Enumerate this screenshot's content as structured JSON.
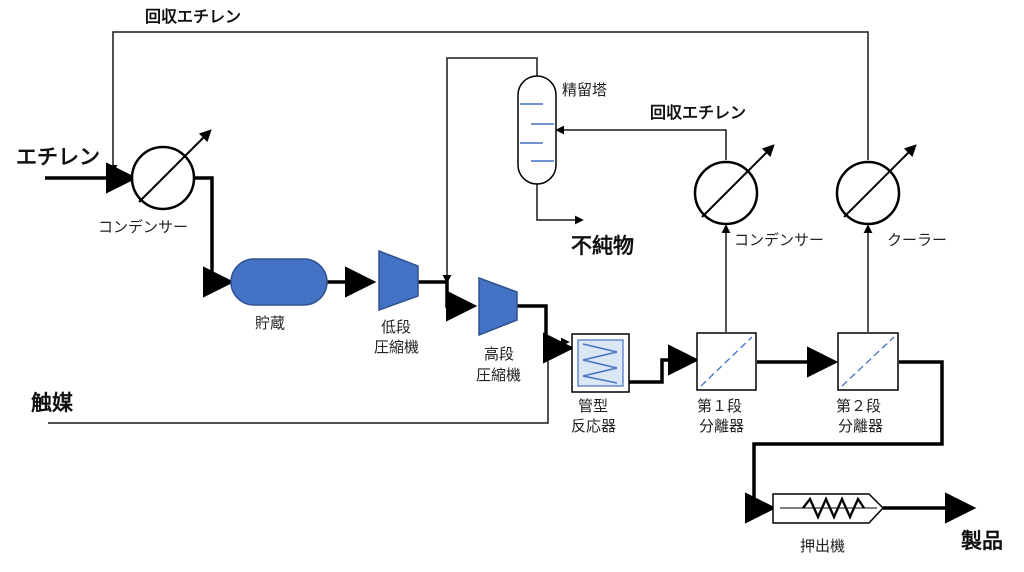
{
  "labels": {
    "ethylene_feed": "エチレン",
    "recycle_ethylene_top": "回収エチレン",
    "recycle_ethylene_mid": "回収エチレン",
    "condenser_1": "コンデンサー",
    "storage": "貯蔵",
    "low_compressor_l1": "低段",
    "low_compressor_l2": "圧縮機",
    "high_compressor_l1": "高段",
    "high_compressor_l2": "圧縮機",
    "distillation": "精留塔",
    "impurities": "不純物",
    "catalyst": "触媒",
    "reactor_l1": "管型",
    "reactor_l2": "反応器",
    "condenser_2": "コンデンサー",
    "cooler": "クーラー",
    "separator1_l1": "第１段",
    "separator1_l2": "分離器",
    "separator2_l1": "第２段",
    "separator2_l2": "分離器",
    "extruder": "押出機",
    "product": "製品"
  },
  "colors": {
    "equipment_fill": "#4472c4",
    "equipment_stroke": "#2f528f",
    "line": "#000000",
    "tray_lines": "#4472c4",
    "reactor_fill": "#dbe7f7"
  }
}
